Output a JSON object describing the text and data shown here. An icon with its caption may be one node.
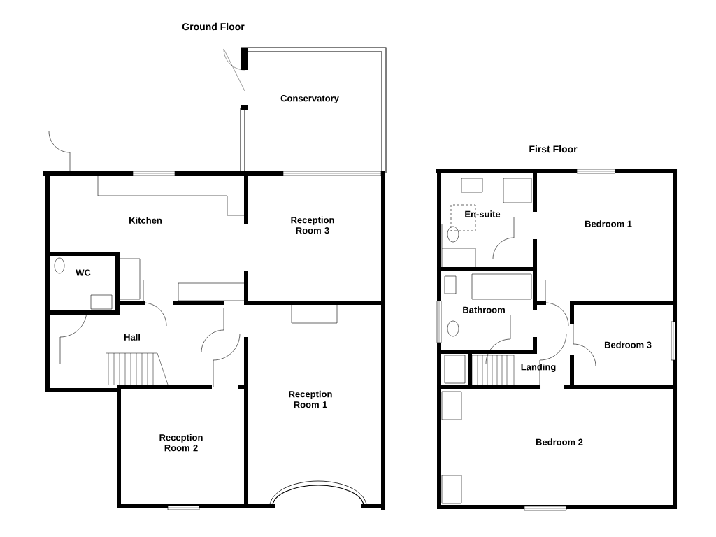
{
  "diagram": {
    "nodes": [
      {
        "text": [
          "Conservatory"
        ]
      },
      {
        "text": [
          "Kitchen"
        ]
      },
      {
        "text": [
          "Reception Room 3"
        ]
      },
      {
        "text": [
          "WC"
        ]
      },
      {
        "text": [
          "Hall"
        ]
      },
      {
        "text": [
          "Reception Room 1"
        ]
      },
      {
        "text": [
          "Reception Room 2"
        ]
      },
      {
        "text": [
          "En-suite"
        ]
      },
      {
        "text": [
          "Bedroom 1"
        ]
      },
      {
        "text": [
          "Bathroom"
        ]
      },
      {
        "text": [
          "Bedroom 3"
        ]
      },
      {
        "text": [
          "Landing"
        ]
      },
      {
        "text": [
          "Bedroom 2"
        ]
      }
    ],
    "labels": [
      "Ground Floor",
      "First Floor"
    ]
  }
}
